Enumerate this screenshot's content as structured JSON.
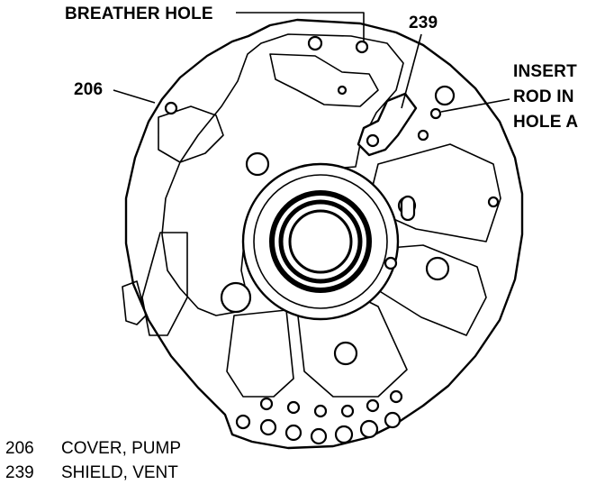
{
  "callouts": {
    "breather_hole": "BREATHER HOLE",
    "part_239": "239",
    "part_206": "206",
    "insert_line1": "INSERT",
    "insert_line2": "ROD IN",
    "insert_line3": "HOLE A"
  },
  "legend": [
    {
      "number": "206",
      "description": "COVER, PUMP"
    },
    {
      "number": "239",
      "description": "SHIELD, VENT"
    }
  ]
}
